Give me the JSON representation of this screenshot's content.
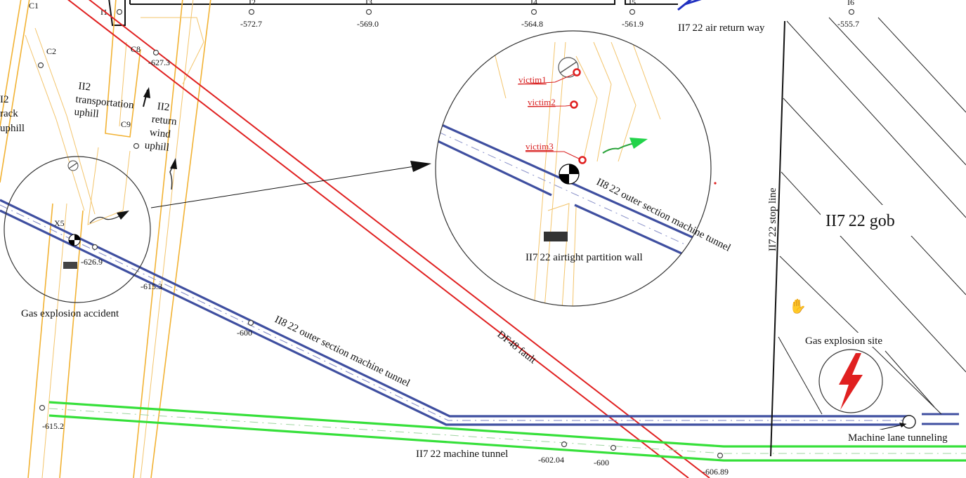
{
  "labels": {
    "top_tunnel": "II7 22 air return way",
    "gob": "II7 22 gob",
    "stop_line": "II7 22 stop line",
    "gas_site": "Gas explosion site",
    "machine_lane": "Machine lane tunneling",
    "machine_tunnel_green": "II7 22 machine tunnel",
    "outer_section": "II8 22 outer section machine tunnel",
    "outer_section_zoom": "II8 22 outer section machine tunnel",
    "partition_wall": "II7 22 airtight partition wall",
    "fault": "DF48 fault",
    "accident": "Gas explosion accident",
    "transport_1": "II2",
    "transport_2": "transportation",
    "transport_3": "uphill",
    "return_1": "II2",
    "return_2": "return",
    "return_3": "wind",
    "return_4": "uphill",
    "track_1": "I2",
    "track_2": "rack",
    "track_3": "uphill"
  },
  "victims": [
    "victim1",
    "victim2",
    "victim3"
  ],
  "points": {
    "C1": "C1",
    "C2": "C2",
    "C8": "C8",
    "C9": "C9",
    "X5": "X5",
    "I1": "I1",
    "I2": "I2",
    "I3": "I3",
    "I4": "I4",
    "I5": "I5",
    "I6": "I6"
  },
  "elevations": {
    "e_572_7": "-572.7",
    "e_569_0": "-569.0",
    "e_564_8": "-564.8",
    "e_561_9": "-561.9",
    "e_555_7": "-555.7",
    "e_627_3": "-627.3",
    "e_626_9": "-626.9",
    "e_615_3": "-615.3",
    "e_600_a": "-600",
    "e_615_2": "-615.2",
    "e_602_04": "-602.04",
    "e_600_b": "-600",
    "e_606_89": "-606.89"
  },
  "colors": {
    "roadway_yellow": "#f2b233",
    "tunnel_blue": "#3f4fa0",
    "tunnel_green": "#36e03a",
    "fault_red": "#e02020",
    "victim_red": "#d81e1e"
  }
}
